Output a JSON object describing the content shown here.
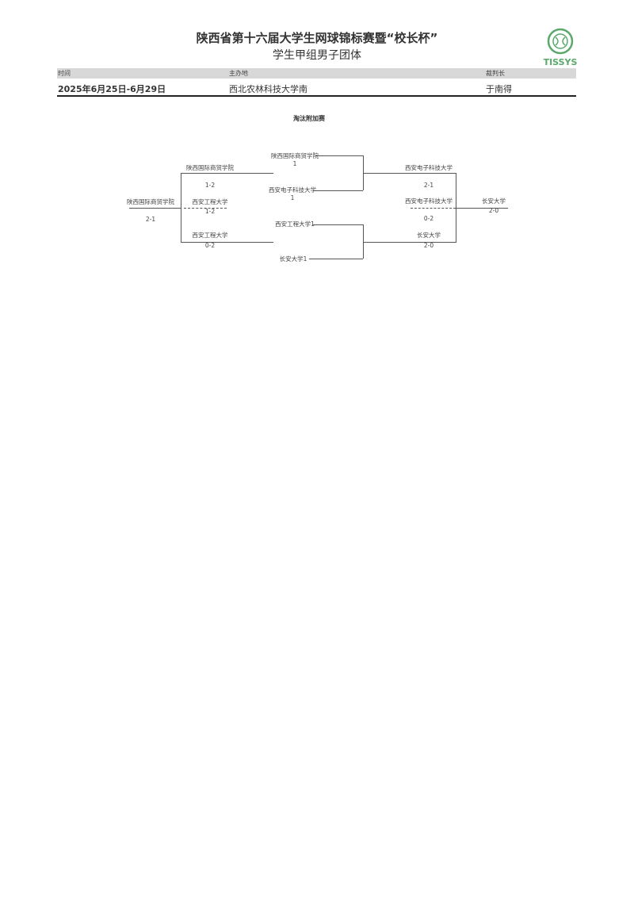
{
  "header": {
    "title": "陕西省第十六届大学生网球锦标赛暨“校长杯”",
    "subtitle": "学生甲组男子团体",
    "logo_text": "TISSYS"
  },
  "info": {
    "time_label": "时间",
    "time_value": "2025年6月25日-6月29日",
    "venue_label": "主办地",
    "venue_value": "西北农林科技大学南",
    "referee_label": "裁判长",
    "referee_value": "于南得"
  },
  "stage_title": "淘汰附加赛",
  "bracket": {
    "left_final": {
      "team": "陕西国际商贸学院",
      "score": "2-1"
    },
    "left_upper": {
      "team": "陕西国际商贸学院",
      "score": "1-2"
    },
    "left_mid": {
      "team": "西安工程大学",
      "score": "1-2"
    },
    "left_lower": {
      "team": "西安工程大学",
      "score": "0-2"
    },
    "seeds": [
      "陕西国际商贸学院1",
      "西安电子科技大学1",
      "西安工程大学1",
      "长安大学1"
    ],
    "right_upper": {
      "team": "西安电子科技大学",
      "score": "2-1"
    },
    "right_mid": {
      "team": "西安电子科技大学",
      "score": "0-2"
    },
    "right_lower": {
      "team": "长安大学",
      "score": "2-0"
    },
    "right_final": {
      "team": "长安大学",
      "score": "2-0"
    }
  }
}
